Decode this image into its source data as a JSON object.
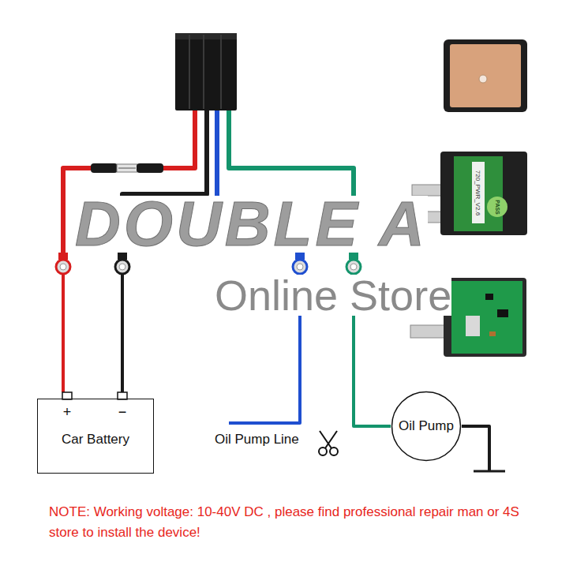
{
  "diagram": {
    "nodes": [
      {
        "text": [
          "Car Battery"
        ]
      },
      {
        "text": [
          "Oil Pump"
        ]
      }
    ],
    "labels": [
      "DOUBLE A",
      "Online Store",
      "720_PWR_V2.6",
      "PASS",
      "+",
      "−",
      "Oil Pump Line",
      "NOTE: Working voltage: 10-40V DC , please find professional repair man or 4S store to install the device!"
    ]
  }
}
